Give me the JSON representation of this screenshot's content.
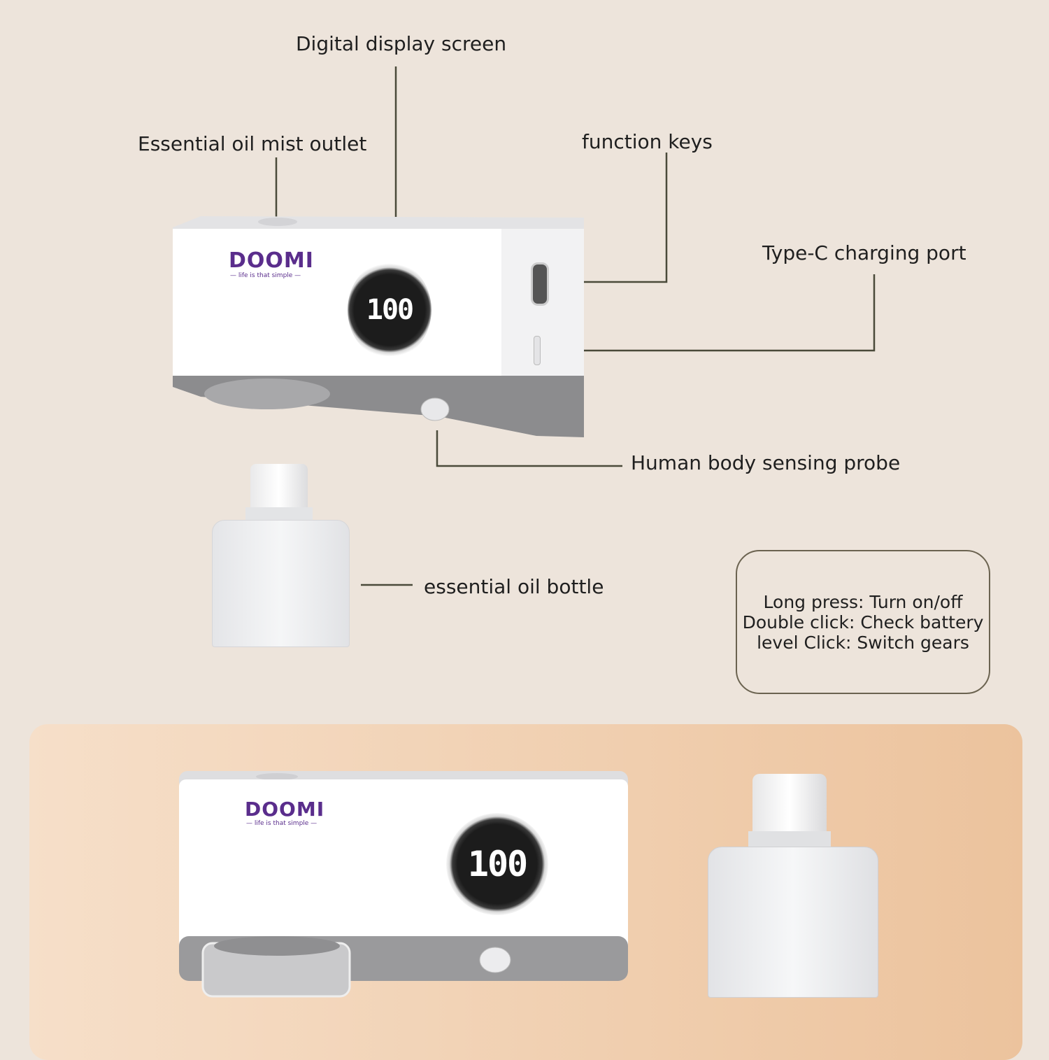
{
  "labels": {
    "digital_display": "Digital display screen",
    "mist_outlet": "Essential oil mist outlet",
    "function_keys": "function keys",
    "typec_port": "Type-C charging port",
    "body_probe": "Human body sensing probe",
    "oil_bottle": "essential oil bottle"
  },
  "instructions": {
    "line1": "Long press: Turn on/off",
    "line2": "Double click: Check battery",
    "line3": "level Click: Switch gears"
  },
  "device": {
    "brand": "DOOMI",
    "tagline": "— life is that simple —",
    "display_value": "100"
  },
  "colors": {
    "background": "#ede4db",
    "brand": "#5a2d8c",
    "leader_line": "#4a4a3a",
    "panel": "#ecc39d"
  }
}
